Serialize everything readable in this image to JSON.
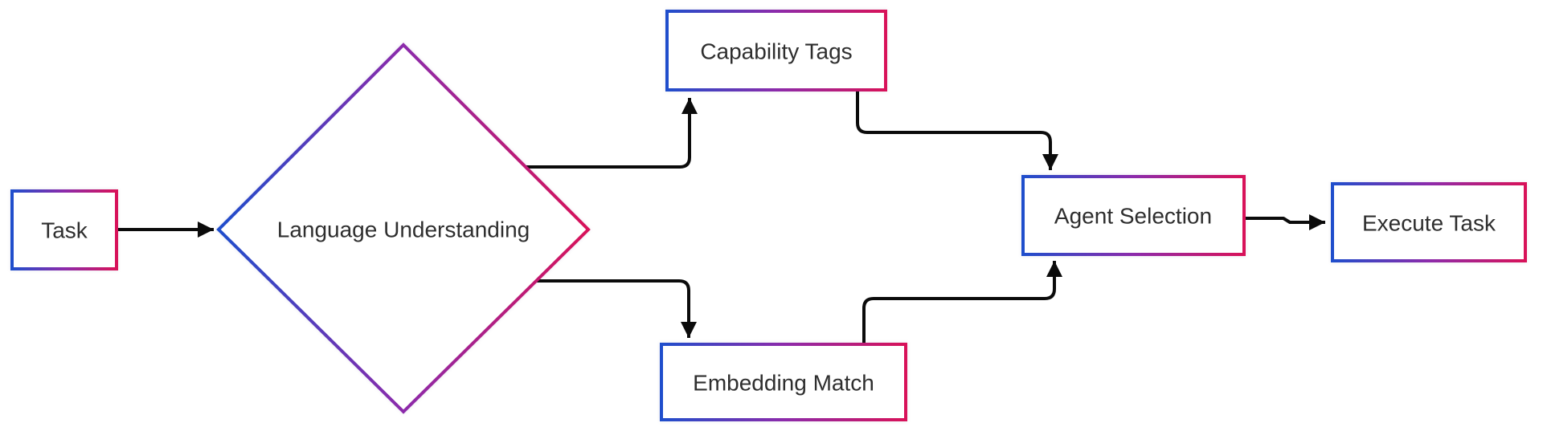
{
  "diagram": {
    "type": "flowchart",
    "direction": "left-to-right",
    "background_color": "#ffffff",
    "node_fill": "#ffffff",
    "text_color": "#2e2e2e",
    "edge_color": "#0b0b0b",
    "accent_gradient": [
      "#1f4ecc",
      "#8c2bab",
      "#d81259"
    ],
    "nodes": [
      {
        "id": "task",
        "label": "Task",
        "shape": "rectangle"
      },
      {
        "id": "language_understanding",
        "label": "Language Understanding",
        "shape": "diamond"
      },
      {
        "id": "capability_tags",
        "label": "Capability Tags",
        "shape": "rectangle"
      },
      {
        "id": "embedding_match",
        "label": "Embedding Match",
        "shape": "rectangle"
      },
      {
        "id": "agent_selection",
        "label": "Agent Selection",
        "shape": "rectangle"
      },
      {
        "id": "execute_task",
        "label": "Execute Task",
        "shape": "rectangle"
      }
    ],
    "edges": [
      {
        "from": "Task",
        "to": "Language Understanding"
      },
      {
        "from": "Language Understanding",
        "to": "Capability Tags"
      },
      {
        "from": "Language Understanding",
        "to": "Embedding Match"
      },
      {
        "from": "Capability Tags",
        "to": "Agent Selection"
      },
      {
        "from": "Embedding Match",
        "to": "Agent Selection"
      },
      {
        "from": "Agent Selection",
        "to": "Execute Task"
      }
    ]
  }
}
